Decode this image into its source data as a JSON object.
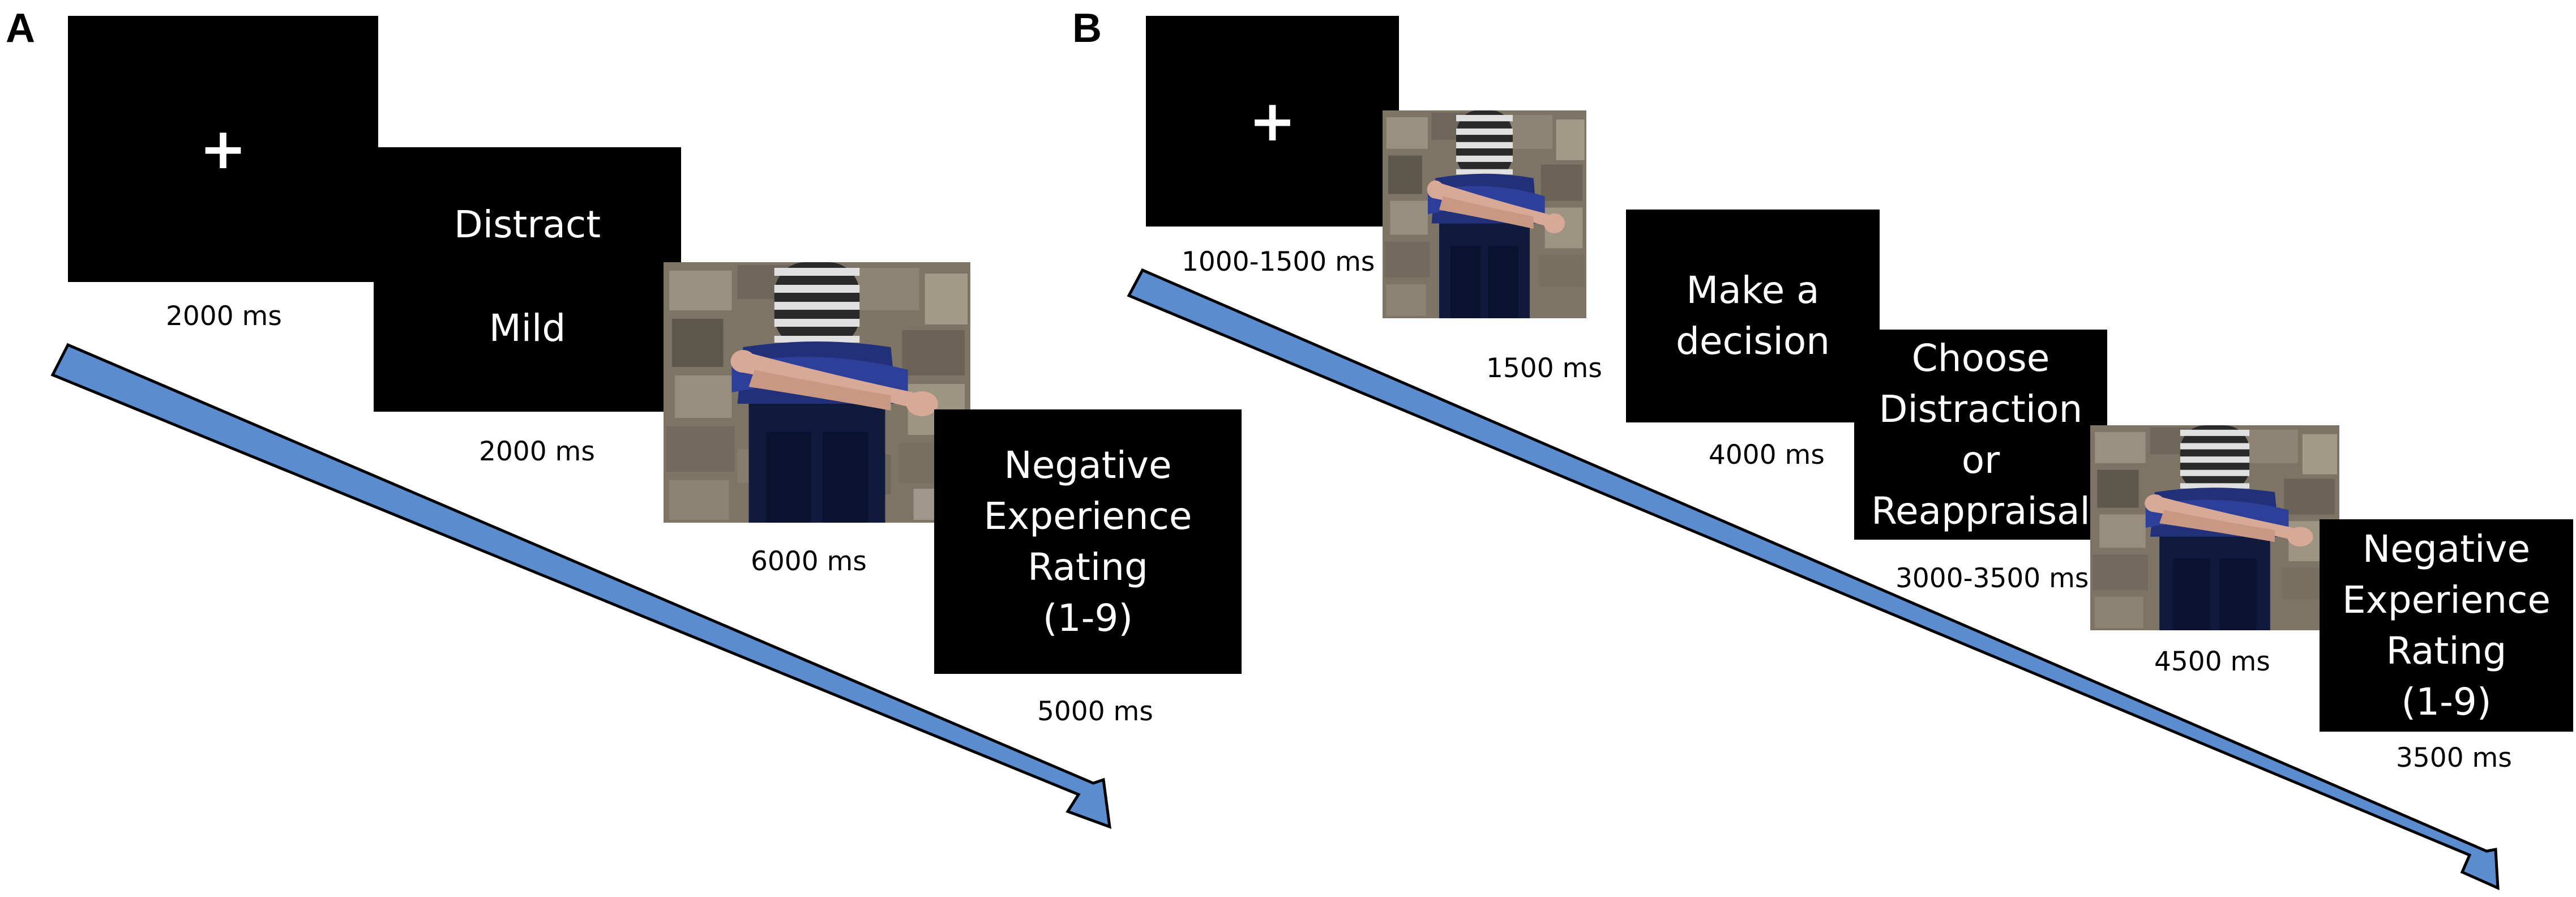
{
  "panels": {
    "a": {
      "label": "A",
      "fixation": "+",
      "fixation_duration": "2000 ms",
      "cue_top": "Distract",
      "cue_bottom": "Mild",
      "cue_duration": "2000 ms",
      "picture_duration": "6000 ms",
      "rating_lines": [
        "Negative",
        "Experience",
        "Rating",
        "(1-9)"
      ],
      "rating_duration": "5000 ms"
    },
    "b": {
      "label": "B",
      "fixation": "+",
      "fixation_duration": "1000-1500 ms",
      "preview_duration": "1500 ms",
      "decision_lines": [
        "Make a",
        "decision"
      ],
      "decision_duration": "4000 ms",
      "choice_lines": [
        "Choose",
        "Distraction",
        "or",
        "Reappraisal"
      ],
      "choice_duration": "3000-3500 ms",
      "picture_duration": "4500 ms",
      "rating_lines": [
        "Negative",
        "Experience",
        "Rating",
        "(1-9)"
      ],
      "rating_duration": "3500 ms"
    }
  },
  "colors": {
    "screen_background": "#000000",
    "screen_text": "#ffffff",
    "arrow_fill": "#5b8ccf",
    "arrow_stroke": "#000000"
  },
  "icons": {
    "picture": "person-hiding-face-against-stone-wall-photo",
    "time_arrow": "time-direction-arrow"
  }
}
